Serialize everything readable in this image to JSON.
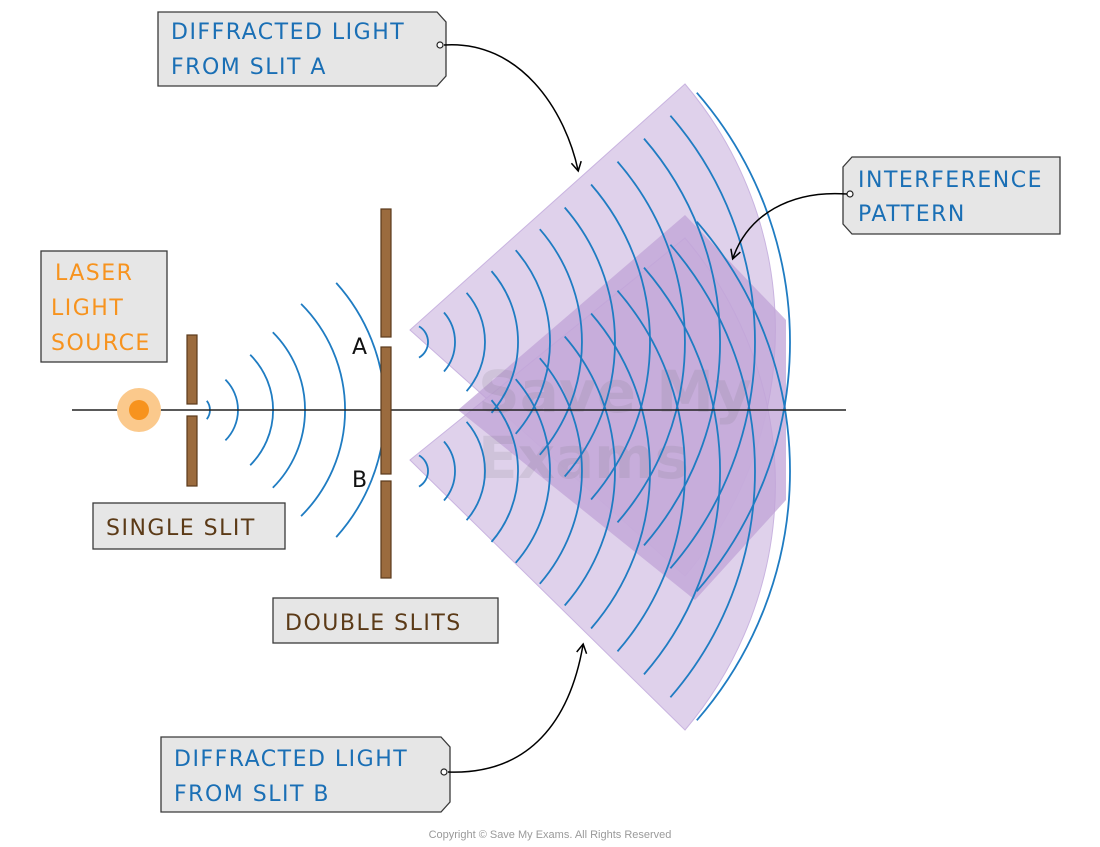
{
  "colors": {
    "wave": "#1f7cc2",
    "wedge_fill": "#d9c9e8",
    "wedge_stroke": "#c9b4e0",
    "overlap_fill": "#c0a3d7",
    "barrier_fill": "#9b6b3e",
    "barrier_stroke": "#5a3a1c",
    "label_box": "#e6e6e6",
    "label_border": "#3a3a3a",
    "orange": "#f7931e",
    "brown_text": "#5b3a17",
    "blue_text": "#1a6fb5"
  },
  "labels": {
    "laser_lines": [
      "LASER",
      "LIGHT",
      "SOURCE"
    ],
    "single_slit": "SINGLE SLIT",
    "double_slits": "DOUBLE SLITS",
    "slit_a_lines": [
      "DIFFRACTED LIGHT",
      "FROM SLIT A"
    ],
    "slit_b_lines": [
      "DIFFRACTED LIGHT",
      "FROM SLIT B"
    ],
    "interference_lines": [
      "INTERFERENCE",
      "PATTERN"
    ],
    "slit_a_letter": "A",
    "slit_b_letter": "B"
  },
  "watermark_lines": [
    "Save My",
    "Exams"
  ],
  "copyright": "Copyright © Save My Exams. All Rights Reserved"
}
